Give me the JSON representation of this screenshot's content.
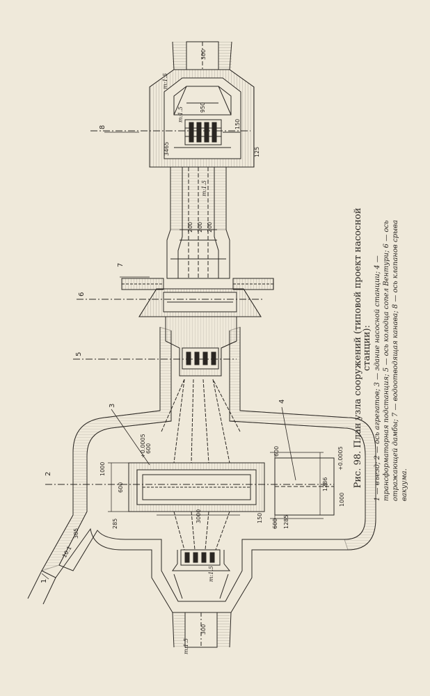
{
  "figure": {
    "caption_title": "Рис. 98. План узла сооружений (типовой проект насосной станции):",
    "caption_legend": "1 — въезд; 2 — ось агрегатов; 3 — здание насосной станции; 4 — трансформаторная подстанция; 5 — ось колодца сопел Вентури; 6 — ось отражающей дамбы; 7 — водоотводящая канава; 8 — ось клапанов срыва вакуума."
  },
  "callouts": {
    "c1": "1",
    "c2": "2",
    "c3": "3",
    "c4": "4",
    "c5": "5",
    "c6": "6",
    "c7": "7",
    "c8": "8"
  },
  "dimensions": {
    "top_width": "300",
    "top_inner": "950",
    "top_small": "150",
    "top_left": "3465",
    "top_right": "125",
    "venturi_a": "200",
    "venturi_b": "200",
    "venturi_c": "200",
    "left_1000": "1000",
    "left_600_top": "600",
    "left_600_mid": "600",
    "pump_3000": "3000",
    "pump_150": "150",
    "pump_600_bot": "600",
    "right_1285": "1285",
    "right_1286": "1286",
    "right_1000": "1000",
    "right_600": "600",
    "elev_left": "+0.0005",
    "elev_right": "+0.0005",
    "elev_bottom": "285",
    "road_width": "10.1",
    "road_angle": "305",
    "bottom_width": "300"
  },
  "slopes": {
    "top": "m:1.5",
    "top_inner": "m:1.5",
    "mid": "m:1.5",
    "bottom": "m:1.5",
    "bottom_end": "m:1.5"
  }
}
